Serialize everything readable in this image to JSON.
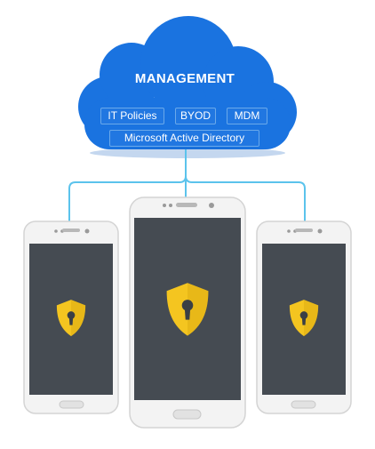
{
  "cloud": {
    "title": "MANAGEMENT",
    "tags": [
      "IT Policies",
      "BYOD",
      "MDM",
      "Microsoft Active Directory"
    ]
  },
  "colors": {
    "cloud": "#1a73e0",
    "cloud_shadow": "#135fc0",
    "tag_border": "#6aa9ea",
    "connector": "#5bc3ec",
    "phone_body": "#f3f3f3",
    "phone_edge": "#d4d4d4",
    "screen": "#454b52",
    "shield": "#f4c520",
    "shield_dark": "#d9a90f",
    "keyhole": "#3a3f45"
  },
  "devices": [
    {
      "name": "left-phone",
      "icon": "shield-lock-icon"
    },
    {
      "name": "center-phone",
      "icon": "shield-lock-icon"
    },
    {
      "name": "right-phone",
      "icon": "shield-lock-icon"
    }
  ]
}
